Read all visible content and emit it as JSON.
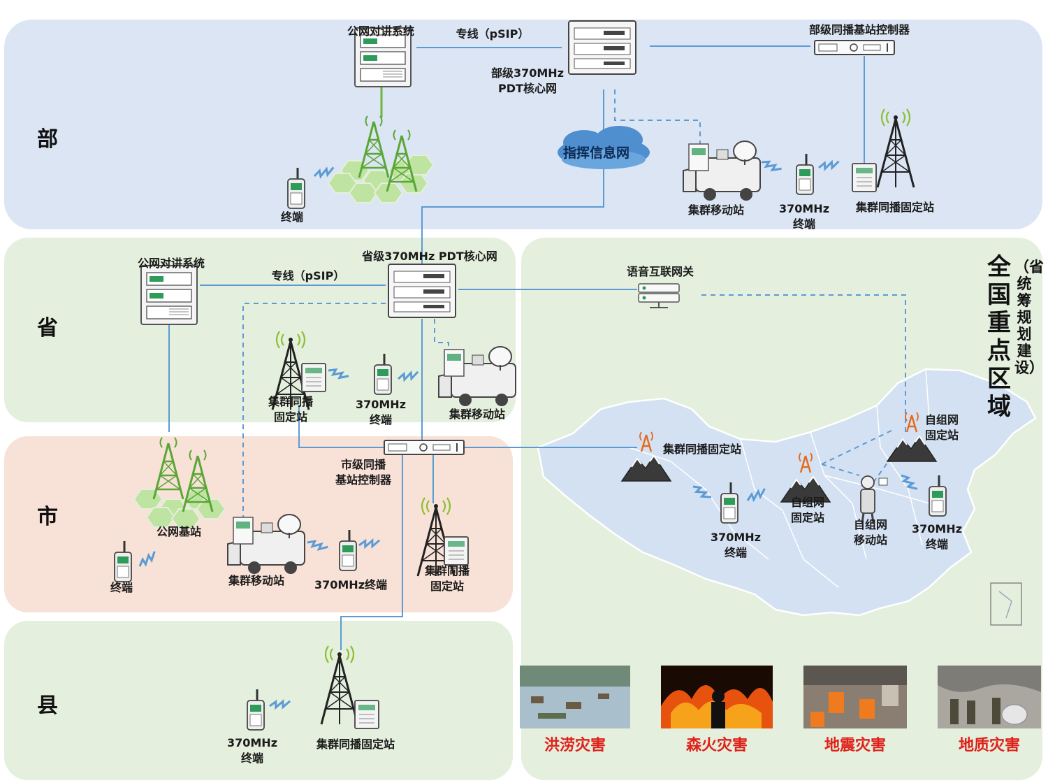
{
  "tiers": {
    "ministry": "部",
    "province": "省",
    "city": "市",
    "county": "县"
  },
  "ministry": {
    "public_intercom": "公网对讲系统",
    "dedicated_line": "专线（pSIP）",
    "core_network_line1": "部级370MHz",
    "core_network_line2": "PDT核心网",
    "simulcast_controller": "部级同播基站控制器",
    "command_network": "指挥信息网",
    "terminal": "终端",
    "trunk_mobile_station": "集群移动站",
    "terminal_370_line1": "370MHz",
    "terminal_370_line2": "终端",
    "trunk_fixed_station": "集群同播固定站"
  },
  "province": {
    "public_intercom": "公网对讲系统",
    "dedicated_line": "专线（pSIP）",
    "core_network": "省级370MHz PDT核心网",
    "voice_gateway": "语音互联网关",
    "fixed_station_line1": "集群同播",
    "fixed_station_line2": "固定站",
    "terminal_370_line1": "370MHz",
    "terminal_370_line2": "终端",
    "trunk_mobile_station": "集群移动站"
  },
  "city": {
    "controller_line1": "市级同播",
    "controller_line2": "基站控制器",
    "public_base_station": "公网基站",
    "terminal": "终端",
    "trunk_mobile_station": "集群移动站",
    "terminal_370": "370MHz终端",
    "fixed_station_line1": "集群同播",
    "fixed_station_line2": "固定站"
  },
  "county": {
    "terminal_370_line1": "370MHz",
    "terminal_370_line2": "终端",
    "trunk_fixed_station": "集群同播固定站"
  },
  "national": {
    "title": "全国重点区域",
    "subtitle": "（省统筹规划建设）",
    "trunk_fixed_station": "集群同播固定站",
    "adhoc_fixed_ne_line1": "自组网",
    "adhoc_fixed_ne_line2": "固定站",
    "adhoc_fixed_mid_line1": "自组网",
    "adhoc_fixed_mid_line2": "固定站",
    "adhoc_mobile_line1": "自组网",
    "adhoc_mobile_line2": "移动站",
    "terminal_west_line1": "370MHz",
    "terminal_west_line2": "终端",
    "terminal_east_line1": "370MHz",
    "terminal_east_line2": "终端",
    "disasters": [
      "洪涝灾害",
      "森火灾害",
      "地震灾害",
      "地质灾害"
    ]
  },
  "colors": {
    "ministry_panel": "#dbe5f3",
    "province_panel": "#e4efdd",
    "city_panel": "#f8e1d6",
    "county_panel": "#e4efdd",
    "link_line": "#5b9bd5",
    "public_net_green": "#6db33f",
    "disaster_red": "#e0201a"
  }
}
